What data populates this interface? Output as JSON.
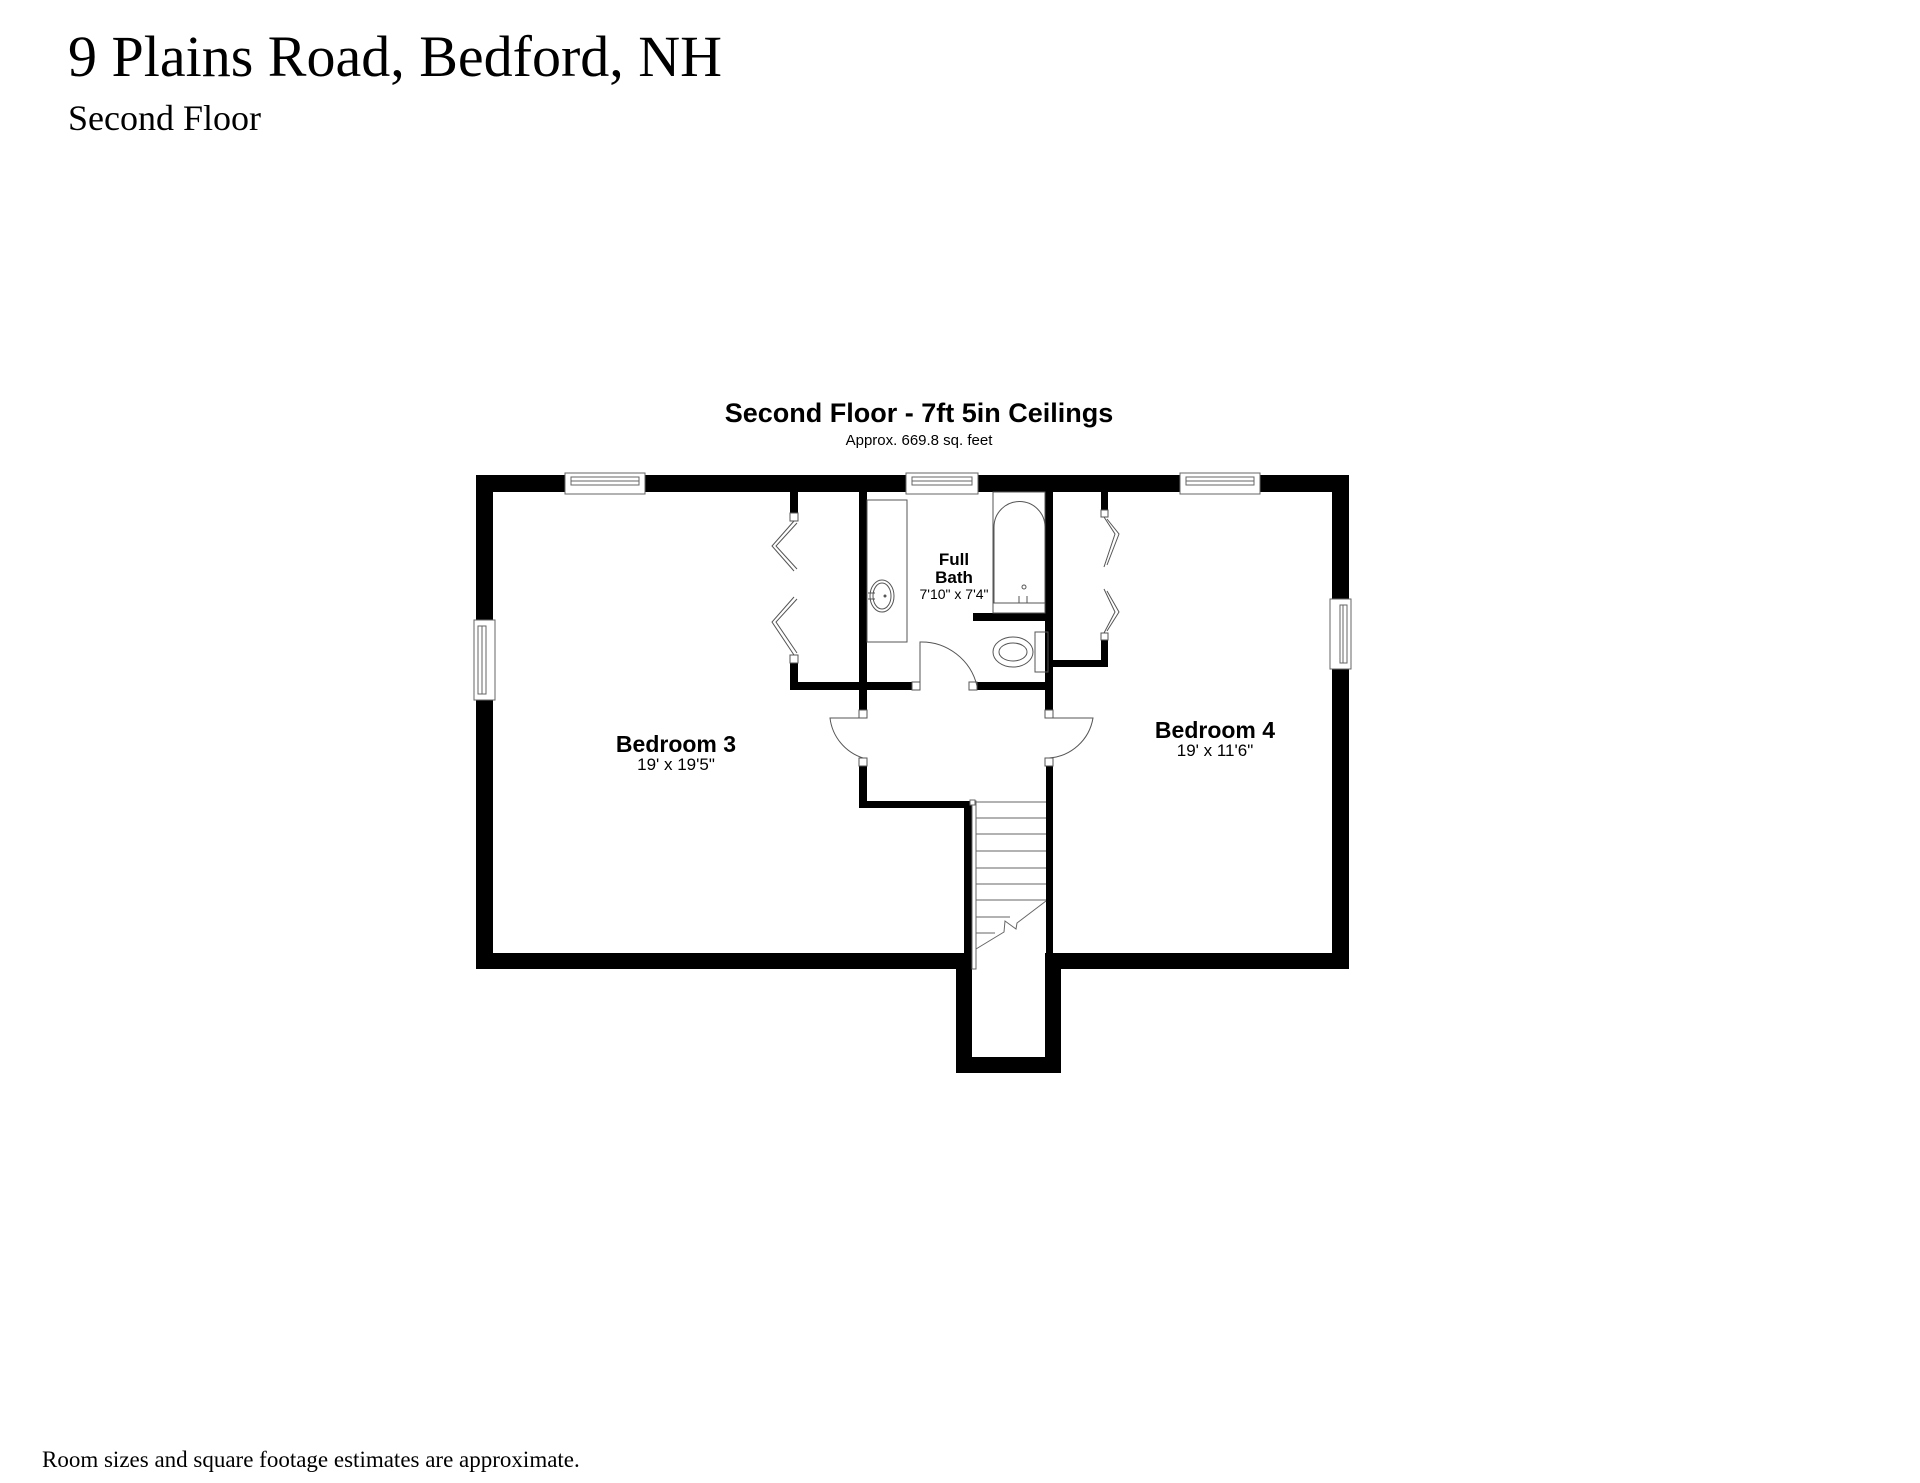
{
  "header": {
    "title": "9 Plains Road, Bedford, NH",
    "subtitle": "Second Floor"
  },
  "plan": {
    "title": "Second Floor - 7ft 5in Ceilings",
    "area": "Approx. 669.8 sq. feet",
    "rooms": [
      {
        "name": "Bedroom 3",
        "dimensions": "19' x 19'5\""
      },
      {
        "name": "Full Bath",
        "name_line1": "Full",
        "name_line2": "Bath",
        "dimensions": "7'10\" x 7'4\""
      },
      {
        "name": "Bedroom 4",
        "dimensions": "19' x 11'6\""
      }
    ],
    "fixtures": [
      "sink-vanity",
      "bathtub",
      "toilet",
      "staircase",
      "closet-bifold-doors",
      "windows",
      "swing-doors"
    ],
    "colors": {
      "wall": "#000000",
      "fixture_line": "#555555",
      "background": "#ffffff"
    }
  },
  "footer": {
    "disclaimer": "Room sizes and square footage estimates are approximate."
  }
}
